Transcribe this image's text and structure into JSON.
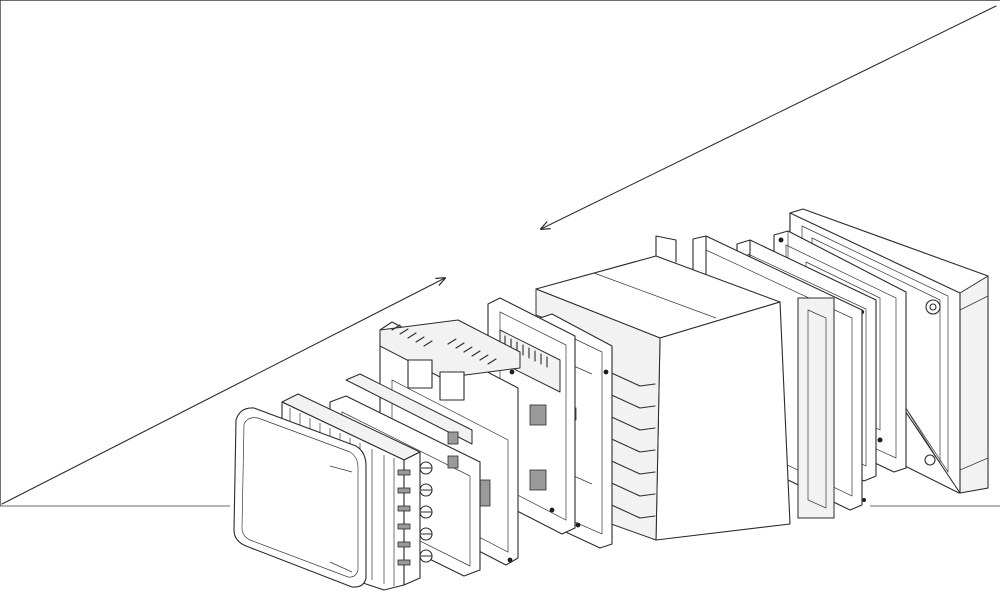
{
  "figure": {
    "type": "exploded-assembly-line-drawing",
    "background_color": "#ffffff",
    "line_color": "#2b2b2b",
    "parts": [
      {
        "id": "front-cover",
        "icon": "rounded-front-cover"
      },
      {
        "id": "terminal-block",
        "icon": "screw-terminal-strip"
      },
      {
        "id": "io-board",
        "icon": "pcb-with-terminals"
      },
      {
        "id": "connector-carrier",
        "icon": "dual-connector-frame"
      },
      {
        "id": "main-pcb",
        "icon": "circuit-board"
      },
      {
        "id": "housing-box",
        "icon": "open-rectangular-housing"
      },
      {
        "id": "gasket-plate-1",
        "icon": "thin-plate"
      },
      {
        "id": "gasket-plate-2",
        "icon": "thin-plate"
      },
      {
        "id": "display-board",
        "icon": "display-pcb"
      },
      {
        "id": "bezel-frame",
        "icon": "front-bezel"
      }
    ],
    "arrows": [
      {
        "id": "arrow-upper",
        "direction": "toward-assembly-center"
      },
      {
        "id": "arrow-lower",
        "direction": "toward-assembly-center"
      }
    ]
  }
}
